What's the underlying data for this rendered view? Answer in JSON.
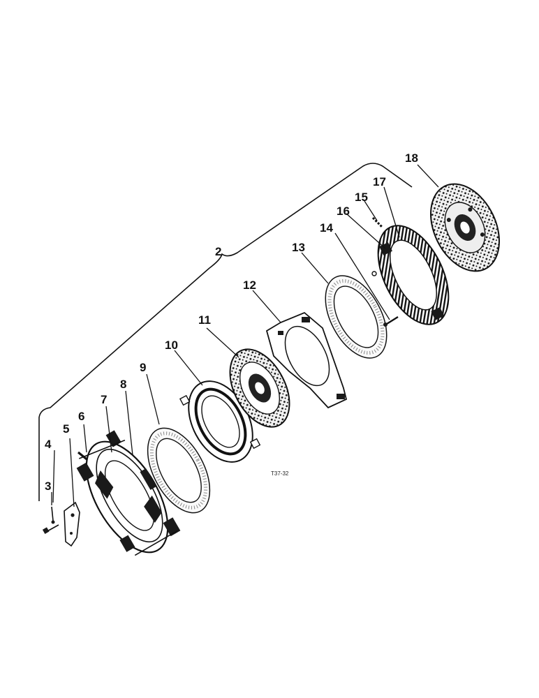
{
  "labels": {
    "l2": "2",
    "l3": "3",
    "l4": "4",
    "l5": "5",
    "l6": "6",
    "l7": "7",
    "l8": "8",
    "l9": "9",
    "l10": "10",
    "l11": "11",
    "l12": "12",
    "l13": "13",
    "l14": "14",
    "l15": "15",
    "l16": "16",
    "l17": "17",
    "l18": "18"
  },
  "drawing_code": "T37-32"
}
